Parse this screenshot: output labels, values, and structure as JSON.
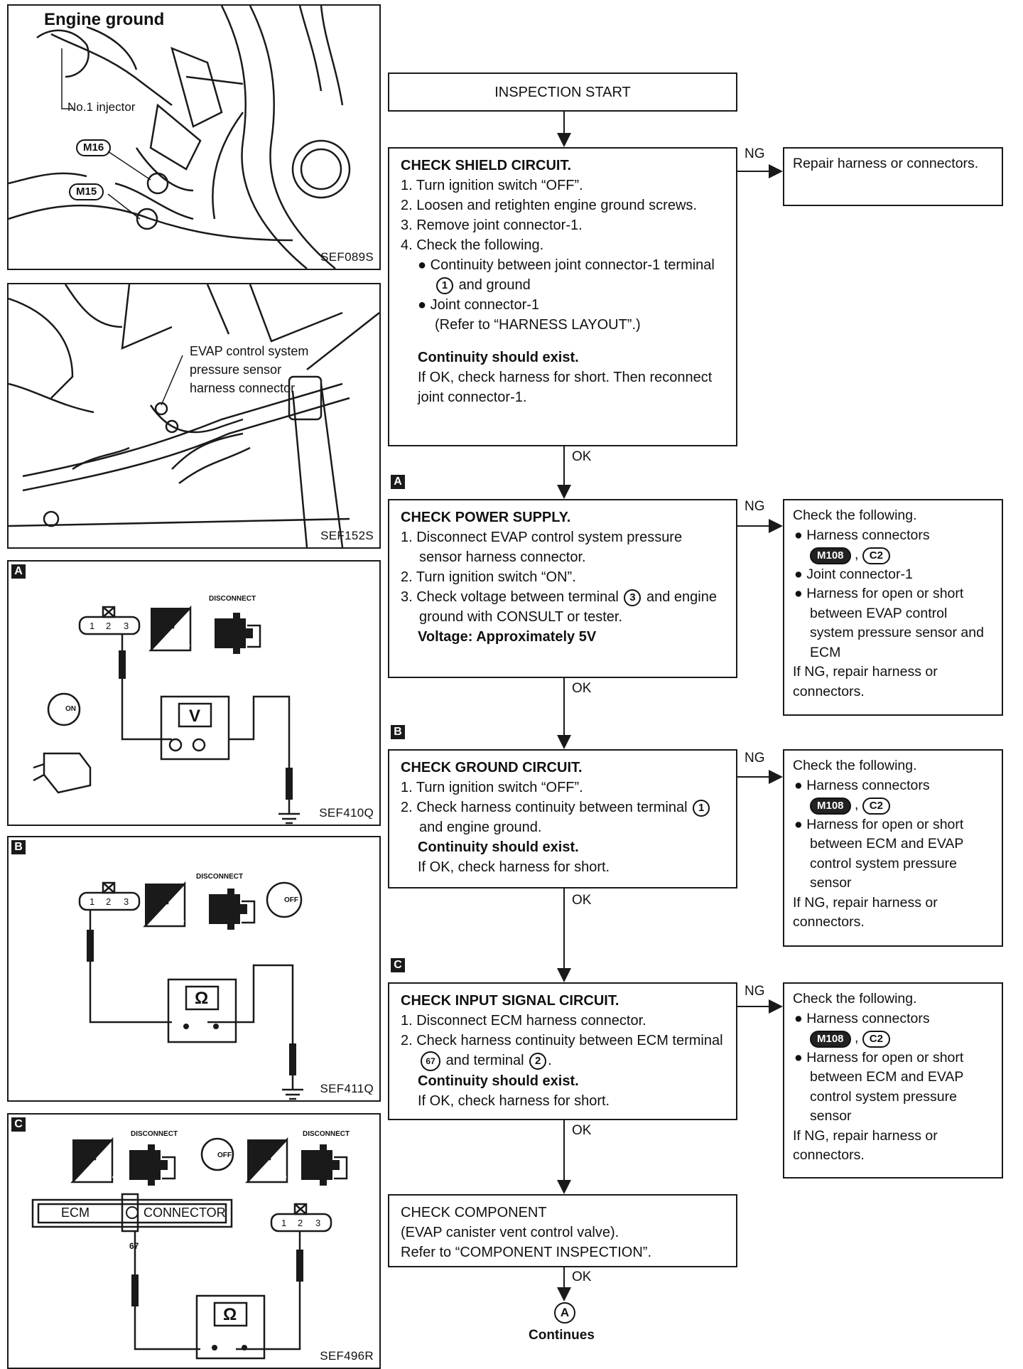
{
  "figures": {
    "engine": {
      "title": "Engine ground",
      "injector": "No.1 injector",
      "conn1": "M16",
      "conn2": "M15",
      "code": "SEF089S"
    },
    "evap": {
      "callout_line1": "EVAP control system",
      "callout_line2": "pressure sensor",
      "callout_line3": "harness connector",
      "code": "SEF152S"
    },
    "a": {
      "letter": "A",
      "disconnect": "DISCONNECT",
      "ts": "T.S.",
      "on": "ON",
      "meter": "V",
      "pins": [
        "1",
        "2",
        "3"
      ],
      "code": "SEF410Q"
    },
    "b": {
      "letter": "B",
      "disconnect": "DISCONNECT",
      "ts": "T.S.",
      "off": "OFF",
      "meter": "Ω",
      "pins": [
        "1",
        "2",
        "3"
      ],
      "code": "SEF411Q"
    },
    "c": {
      "letter": "C",
      "disconnect1": "DISCONNECT",
      "disconnect2": "DISCONNECT",
      "hs": "H.S.",
      "ts": "T.S.",
      "off": "OFF",
      "ecm": "ECM",
      "connector": "CONNECTOR",
      "term": "67",
      "meter": "Ω",
      "pins": [
        "1",
        "2",
        "3"
      ],
      "code": "SEF496R"
    }
  },
  "flow": {
    "start": "INSPECTION START",
    "step1": {
      "title": "CHECK SHIELD CIRCUIT.",
      "l1": "1. Turn ignition switch “OFF”.",
      "l2": "2. Loosen and retighten engine ground screws.",
      "l3": "3. Remove joint connector-1.",
      "l4": "4. Check the following.",
      "b1a": "Continuity between joint connector-1 terminal",
      "b1t": "1",
      "b1b": "and ground",
      "b2a": "Joint connector-1",
      "b2b": "(Refer to “HARNESS LAYOUT”.)",
      "spec": "Continuity should exist.",
      "note": "If OK, check harness for short. Then reconnect joint connector-1."
    },
    "step2": {
      "letter": "A",
      "title": "CHECK POWER SUPPLY.",
      "l1": "1. Disconnect EVAP control system pressure sensor harness connector.",
      "l2": "2. Turn ignition switch “ON”.",
      "l3a": "3. Check voltage between terminal",
      "l3t": "3",
      "l3b": "and engine ground with CONSULT or tester.",
      "spec": "Voltage: Approximately 5V"
    },
    "step3": {
      "letter": "B",
      "title": "CHECK GROUND CIRCUIT.",
      "l1": "1. Turn ignition switch “OFF”.",
      "l2a": "2. Check harness continuity between terminal",
      "l2t": "1",
      "l2b": "and engine ground.",
      "spec": "Continuity should exist.",
      "note": "If OK, check harness for short."
    },
    "step4": {
      "letter": "C",
      "title": "CHECK INPUT SIGNAL CIRCUIT.",
      "l1": "1. Disconnect ECM harness connector.",
      "l2a": "2. Check harness continuity between ECM terminal",
      "l2t1": "67",
      "l2m": "and terminal",
      "l2t2": "2",
      "spec": "Continuity should exist.",
      "note": "If OK, check harness for short."
    },
    "step5": {
      "l1": "CHECK COMPONENT",
      "l2": "(EVAP canister vent control valve).",
      "l3": "Refer to “COMPONENT INSPECTION”."
    },
    "end_symbol": "A",
    "continues": "Continues"
  },
  "labels": {
    "ok": "OK",
    "ng": "NG"
  },
  "side": {
    "repair": "Repair harness or connectors.",
    "a": {
      "head": "Check the following.",
      "b1": "Harness connectors",
      "c1": "M108",
      "c2": "C2",
      "b2": "Joint connector-1",
      "b3": "Harness for open or short between EVAP control system pressure sensor and ECM",
      "tail": "If NG, repair harness or connectors."
    },
    "b": {
      "head": "Check the following.",
      "b1": "Harness connectors",
      "c1": "M108",
      "c2": "C2",
      "b2": "Harness for open or short between ECM and EVAP control system pressure sensor",
      "tail": "If NG, repair harness or connectors."
    },
    "c": {
      "head": "Check the following.",
      "b1": "Harness connectors",
      "c1": "M108",
      "c2": "C2",
      "b2": "Harness for open or short between ECM and EVAP control system pressure sensor",
      "tail": "If NG, repair harness or connectors."
    }
  }
}
